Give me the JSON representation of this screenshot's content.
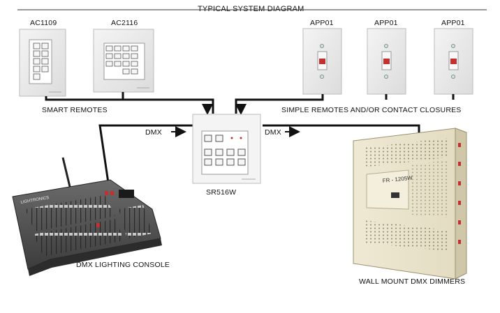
{
  "title": "TYPICAL SYSTEM DIAGRAM",
  "remotes": {
    "ac1109": "AC1109",
    "ac2116": "AC2116",
    "app1": "APP01",
    "app2": "APP01",
    "app3": "APP01"
  },
  "labels": {
    "smart_remotes": "SMART REMOTES",
    "simple_remotes": "SIMPLE REMOTES AND/OR CONTACT CLOSURES",
    "dmx_in": "DMX",
    "dmx_out": "DMX",
    "sr516w": "SR516W",
    "console": "DMX LIGHTING CONSOLE",
    "dimmers": "WALL MOUNT DMX DIMMERS"
  },
  "brand_marks": {
    "console_logo": "LIGHTRONICS",
    "dimmer_model": "FR - 1205W"
  }
}
